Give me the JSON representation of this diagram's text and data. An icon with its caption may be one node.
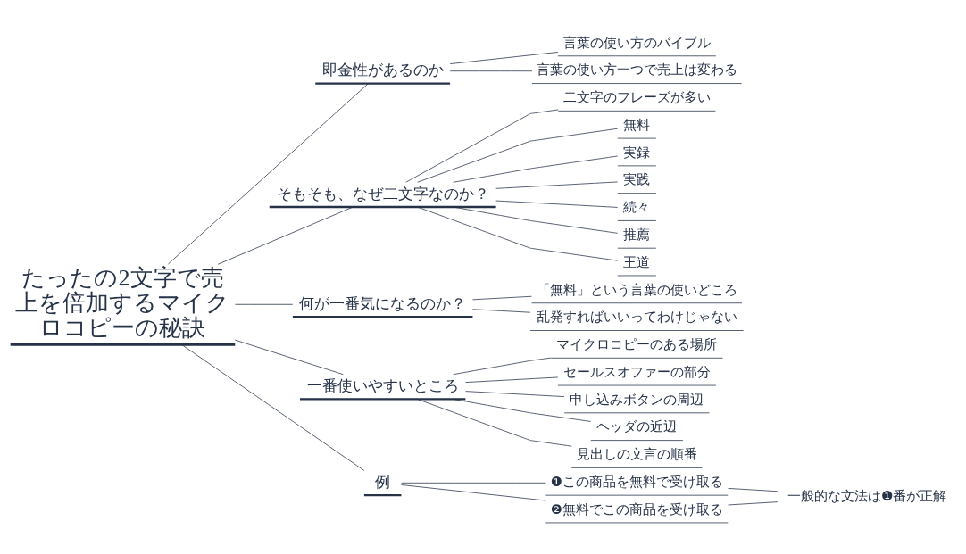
{
  "diagram": {
    "nodes": [
      {
        "text": [
          "たったの2文字で売上を倍加するマイクロコピーの秘訣"
        ]
      },
      {
        "text": [
          "即金性があるのか"
        ]
      },
      {
        "text": [
          "言葉の使い方のバイブル"
        ]
      },
      {
        "text": [
          "言葉の使い方一つで売上は変わる"
        ]
      },
      {
        "text": [
          "そもそも、なぜ二文字なのか？"
        ]
      },
      {
        "text": [
          "二文字のフレーズが多い"
        ]
      },
      {
        "text": [
          "無料"
        ]
      },
      {
        "text": [
          "実録"
        ]
      },
      {
        "text": [
          "実践"
        ]
      },
      {
        "text": [
          "続々"
        ]
      },
      {
        "text": [
          "推薦"
        ]
      },
      {
        "text": [
          "王道"
        ]
      },
      {
        "text": [
          "何が一番気になるのか？"
        ]
      },
      {
        "text": [
          "「無料」という言葉の使いどころ"
        ]
      },
      {
        "text": [
          "乱発すればいいってわけじゃない"
        ]
      },
      {
        "text": [
          "一番使いやすいところ"
        ]
      },
      {
        "text": [
          "マイクロコピーのある場所"
        ]
      },
      {
        "text": [
          "セールスオファーの部分"
        ]
      },
      {
        "text": [
          "申し込みボタンの周辺"
        ]
      },
      {
        "text": [
          "ヘッダの近辺"
        ]
      },
      {
        "text": [
          "見出しの文言の順番"
        ]
      },
      {
        "text": [
          "例"
        ]
      },
      {
        "text": [
          "❶この商品を無料で受け取る"
        ]
      },
      {
        "text": [
          "❷無料でこの商品を受け取る"
        ]
      },
      {
        "text": [
          "一般的な文法は❶番が正解"
        ]
      }
    ],
    "edges": [
      {
        "from": 0,
        "to": 1,
        "arrow": "none"
      },
      {
        "from": 1,
        "to": 2,
        "arrow": "none"
      },
      {
        "from": 1,
        "to": 3,
        "arrow": "none"
      },
      {
        "from": 0,
        "to": 4,
        "arrow": "none"
      },
      {
        "from": 4,
        "to": 5,
        "arrow": "none"
      },
      {
        "from": 4,
        "to": 6,
        "arrow": "none"
      },
      {
        "from": 4,
        "to": 7,
        "arrow": "none"
      },
      {
        "from": 4,
        "to": 8,
        "arrow": "none"
      },
      {
        "from": 4,
        "to": 9,
        "arrow": "none"
      },
      {
        "from": 4,
        "to": 10,
        "arrow": "none"
      },
      {
        "from": 4,
        "to": 11,
        "arrow": "none"
      },
      {
        "from": 0,
        "to": 12,
        "arrow": "none"
      },
      {
        "from": 12,
        "to": 13,
        "arrow": "none"
      },
      {
        "from": 12,
        "to": 14,
        "arrow": "none"
      },
      {
        "from": 0,
        "to": 15,
        "arrow": "none"
      },
      {
        "from": 15,
        "to": 16,
        "arrow": "none"
      },
      {
        "from": 15,
        "to": 17,
        "arrow": "none"
      },
      {
        "from": 15,
        "to": 18,
        "arrow": "none"
      },
      {
        "from": 15,
        "to": 19,
        "arrow": "none"
      },
      {
        "from": 15,
        "to": 20,
        "arrow": "none"
      },
      {
        "from": 0,
        "to": 21,
        "arrow": "none"
      },
      {
        "from": 21,
        "to": 22,
        "arrow": "none"
      },
      {
        "from": 21,
        "to": 23,
        "arrow": "none"
      },
      {
        "from": 22,
        "to": 24,
        "arrow": "none"
      },
      {
        "from": 23,
        "to": 24,
        "arrow": "none"
      }
    ]
  }
}
